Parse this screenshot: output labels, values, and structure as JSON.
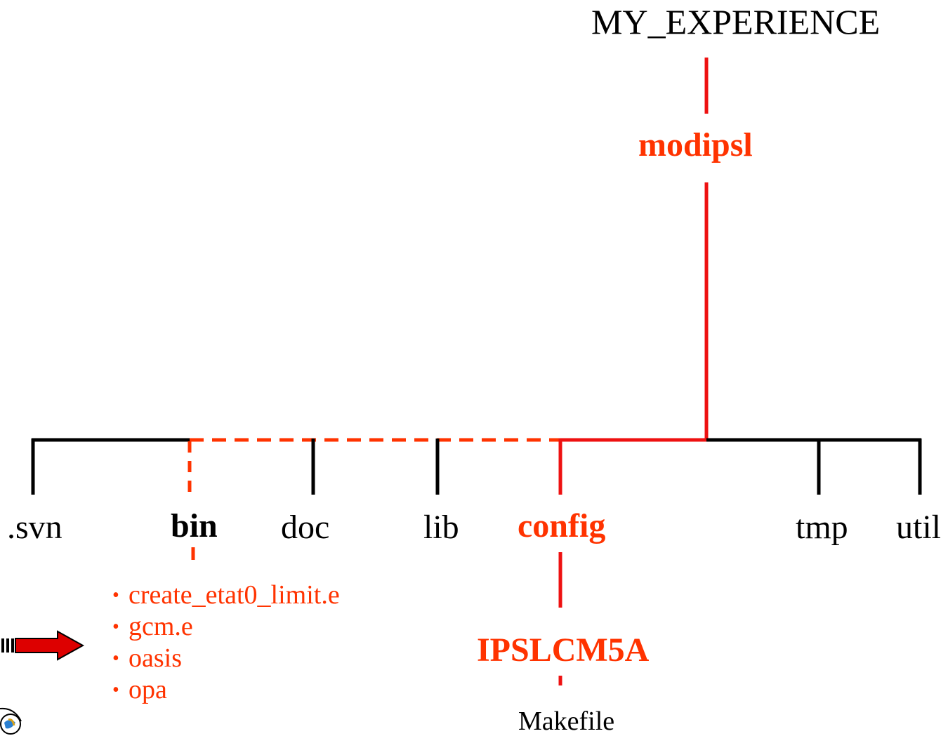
{
  "root": "MY_EXPERIENCE",
  "modipsl": "modipsl",
  "dirs": {
    "svn": ".svn",
    "bin": "bin",
    "doc": "doc",
    "lib": "lib",
    "config": "config",
    "tmp": "tmp",
    "util": "util"
  },
  "bin_files": [
    "create_etat0_limit.e",
    "gcm.e",
    "oasis",
    "opa"
  ],
  "config_child": "IPSLCM5A",
  "config_grandchild": "Makefile",
  "colors": {
    "highlight": "#ff3300",
    "line_red": "#ee1111",
    "line_black": "#000000",
    "arrow_fill": "#dd0000"
  }
}
